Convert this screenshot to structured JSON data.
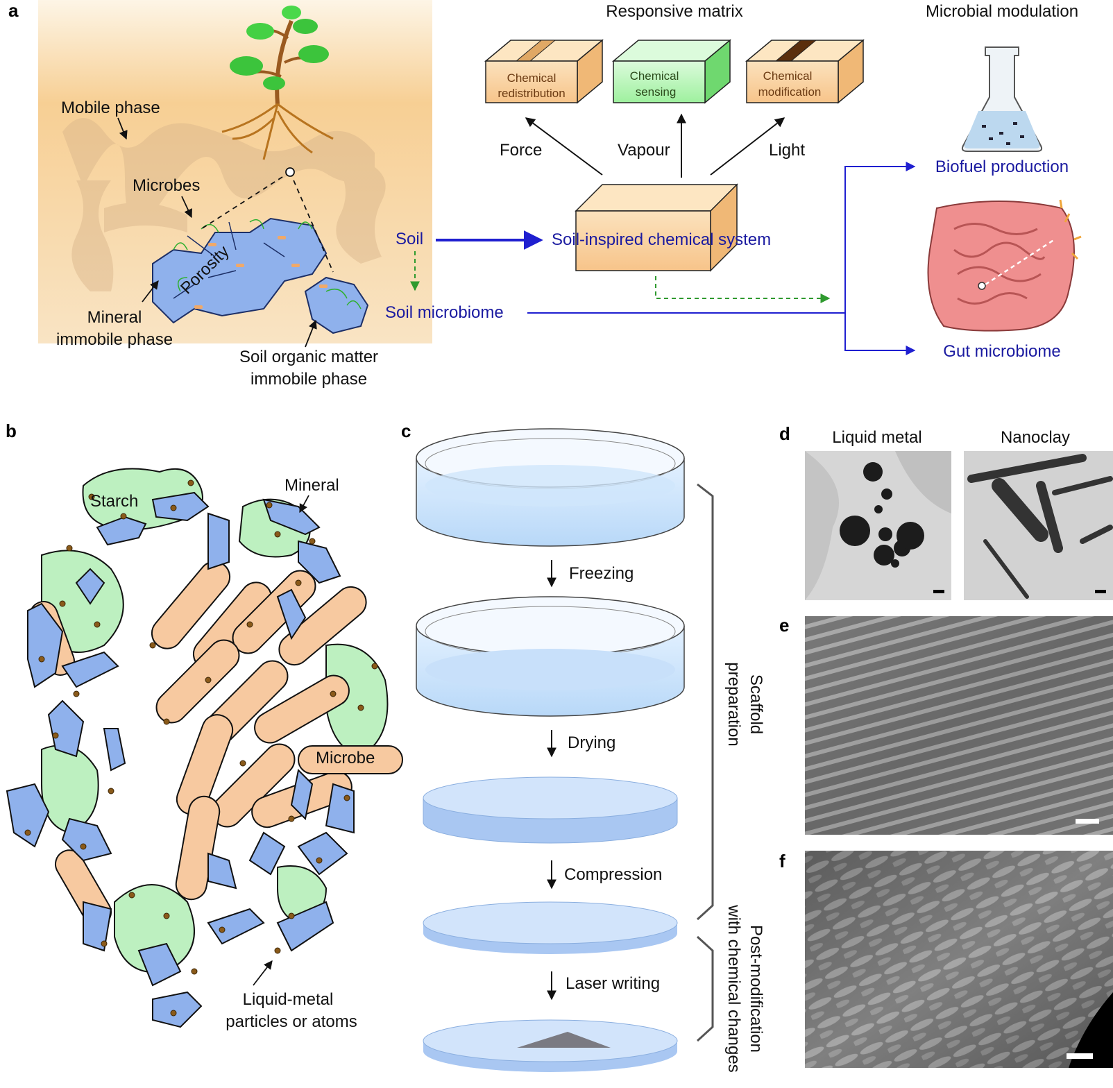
{
  "panels": {
    "a": "a",
    "b": "b",
    "c": "c",
    "d": "d",
    "e": "e",
    "f": "f"
  },
  "panel_a": {
    "mobile_phase": "Mobile phase",
    "microbes": "Microbes",
    "porosity": "Porosity",
    "mineral_line1": "Mineral",
    "mineral_line2": "immobile phase",
    "som_line1": "Soil organic matter",
    "som_line2": "immobile phase",
    "soil": "Soil",
    "soil_microbiome": "Soil microbiome",
    "system": "Soil-inspired chemical system",
    "responsive_matrix": "Responsive matrix",
    "microbial_modulation": "Microbial modulation",
    "box1_line1": "Chemical",
    "box1_line2": "redistribution",
    "box2_line1": "Chemical",
    "box2_line2": "sensing",
    "box3_line1": "Chemical",
    "box3_line2": "modification",
    "force": "Force",
    "vapour": "Vapour",
    "light": "Light",
    "biofuel": "Biofuel production",
    "gut": "Gut microbiome"
  },
  "panel_b": {
    "starch": "Starch",
    "mineral": "Mineral",
    "microbe": "Microbe",
    "lm_line1": "Liquid-metal",
    "lm_line2": "particles or atoms"
  },
  "panel_c": {
    "freezing": "Freezing",
    "drying": "Drying",
    "compression": "Compression",
    "laser": "Laser writing",
    "scaffold_line1": "Scaffold",
    "scaffold_line2": "preparation",
    "post_line1": "Post-modification",
    "post_line2": "with chemical changes"
  },
  "panel_d": {
    "liquid_metal": "Liquid metal",
    "nanoclay": "Nanoclay"
  },
  "colors": {
    "arrow_blue": "#1f1fd0",
    "label_blue": "#1a1aa0",
    "dash_green": "#2f9a2f",
    "soil": "#f6c98a",
    "mineral": "#8fb1ec",
    "starch": "#bdf0c0",
    "microbe": "#f7c9a0"
  }
}
